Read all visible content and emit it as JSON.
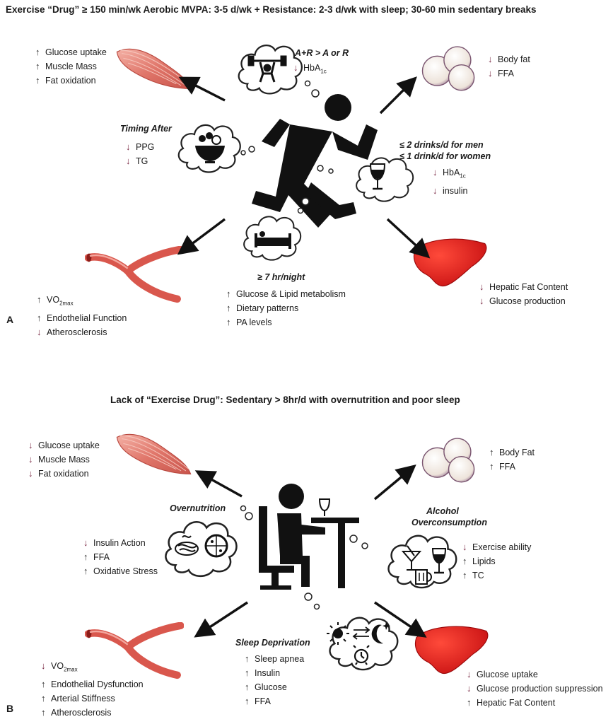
{
  "panel_a": {
    "title": "Exercise “Drug” ≥ 150 min/wk Aerobic MVPA: 3-5 d/wk + Resistance: 2-3 d/wk with sleep; 30-60 min sedentary breaks",
    "letter": "A",
    "muscle": [
      {
        "arrow": "↑",
        "dir": "up",
        "text": "Glucose uptake"
      },
      {
        "arrow": "↑",
        "dir": "up",
        "text": "Muscle Mass"
      },
      {
        "arrow": "↑",
        "dir": "up",
        "text": "Fat oxidation"
      }
    ],
    "resistance_heading": "A+R > A or R",
    "resistance": [
      {
        "arrow": "↓",
        "dir": "down",
        "text": "HbA",
        "sub": "1c"
      }
    ],
    "fat": [
      {
        "arrow": "↓",
        "dir": "down",
        "text": "Body fat"
      },
      {
        "arrow": "↓",
        "dir": "down",
        "text": "FFA"
      }
    ],
    "timing_heading": "Timing After",
    "timing": [
      {
        "arrow": "↓",
        "dir": "down",
        "text": "PPG"
      },
      {
        "arrow": "↓",
        "dir": "down",
        "text": "TG"
      }
    ],
    "alcohol_heading_1": "≤ 2 drinks/d for men",
    "alcohol_heading_2": "≤ 1 drink/d for women",
    "alcohol": [
      {
        "arrow": "↓",
        "dir": "down",
        "text": "HbA",
        "sub": "1c"
      },
      {
        "arrow": "↓",
        "dir": "down",
        "text": "insulin"
      }
    ],
    "sleep_heading": "≥ 7 hr/night",
    "sleep": [
      {
        "arrow": "↑",
        "dir": "up",
        "text": "Glucose & Lipid metabolism"
      },
      {
        "arrow": "↑",
        "dir": "up",
        "text": "Dietary patterns"
      },
      {
        "arrow": "↑",
        "dir": "up",
        "text": "PA levels"
      }
    ],
    "vessel": [
      {
        "arrow": "↑",
        "dir": "up",
        "text": "VO",
        "sub": "2max"
      },
      {
        "arrow": "↑",
        "dir": "up",
        "text": "Endothelial Function"
      },
      {
        "arrow": "↓",
        "dir": "down",
        "text": "Atherosclerosis"
      }
    ],
    "liver": [
      {
        "arrow": "↓",
        "dir": "down",
        "text": "Hepatic Fat Content"
      },
      {
        "arrow": "↓",
        "dir": "down",
        "text": "Glucose production"
      }
    ]
  },
  "panel_b": {
    "title": "Lack of  “Exercise Drug”: Sedentary > 8hr/d with overnutrition and poor sleep",
    "letter": "B",
    "muscle": [
      {
        "arrow": "↓",
        "dir": "down",
        "text": "Glucose uptake"
      },
      {
        "arrow": "↓",
        "dir": "down",
        "text": "Muscle Mass"
      },
      {
        "arrow": "↓",
        "dir": "down",
        "text": "Fat oxidation"
      }
    ],
    "fat": [
      {
        "arrow": "↑",
        "dir": "up",
        "text": "Body Fat"
      },
      {
        "arrow": "↑",
        "dir": "up",
        "text": "FFA"
      }
    ],
    "overnutrition_heading": "Overnutrition",
    "overnutrition": [
      {
        "arrow": "↓",
        "dir": "down",
        "text": "Insulin Action"
      },
      {
        "arrow": "↑",
        "dir": "up",
        "text": "FFA"
      },
      {
        "arrow": "↑",
        "dir": "up",
        "text": "Oxidative Stress"
      }
    ],
    "alcohol_heading_1": "Alcohol",
    "alcohol_heading_2": "Overconsumption",
    "alcohol": [
      {
        "arrow": "↓",
        "dir": "down",
        "text": "Exercise ability"
      },
      {
        "arrow": "↑",
        "dir": "up",
        "text": "Lipids"
      },
      {
        "arrow": "↑",
        "dir": "up",
        "text": "TC"
      }
    ],
    "sleep_heading": "Sleep Deprivation",
    "sleep": [
      {
        "arrow": "↑",
        "dir": "up",
        "text": "Sleep apnea"
      },
      {
        "arrow": "↑",
        "dir": "up",
        "text": "Insulin"
      },
      {
        "arrow": "↑",
        "dir": "up",
        "text": "Glucose"
      },
      {
        "arrow": "↑",
        "dir": "up",
        "text": "FFA"
      }
    ],
    "vessel": [
      {
        "arrow": "↓",
        "dir": "down",
        "text": "VO",
        "sub": "2max"
      },
      {
        "arrow": "↑",
        "dir": "up",
        "text": "Endothelial Dysfunction"
      },
      {
        "arrow": "↑",
        "dir": "up",
        "text": "Arterial Stiffness"
      },
      {
        "arrow": "↑",
        "dir": "up",
        "text": "Atherosclerosis"
      }
    ],
    "liver": [
      {
        "arrow": "↓",
        "dir": "down",
        "text": "Glucose uptake"
      },
      {
        "arrow": "↓",
        "dir": "down",
        "text": "Glucose production suppression"
      },
      {
        "arrow": "↑",
        "dir": "up",
        "text": "Hepatic Fat Content"
      }
    ]
  },
  "colors": {
    "muscle": "#e8877a",
    "fat": "#f3ece4",
    "liver": "#e31b1b",
    "vessel": "#d9574d",
    "arrow": "#111111"
  },
  "icons": [
    "muscle-icon",
    "fat-cells-icon",
    "liver-icon",
    "blood-vessel-icon",
    "runner-icon",
    "weightlifter-icon",
    "fruit-bowl-icon",
    "wine-glass-icon",
    "bed-icon",
    "seated-person-icon",
    "cocktail-icon",
    "beer-icon",
    "pizza-icon",
    "pasta-icon",
    "sun-icon",
    "moon-icon",
    "alarm-clock-icon"
  ]
}
